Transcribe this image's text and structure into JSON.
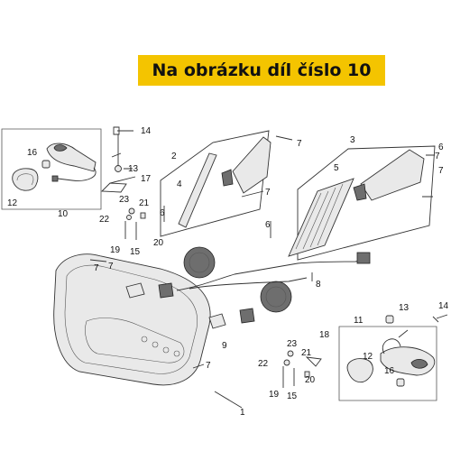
{
  "banner": {
    "text": "Na obrázku díl číslo 10",
    "color": "#f4c400"
  },
  "callouts": {
    "c1": "1",
    "c2": "2",
    "c3": "3",
    "c4": "4",
    "c5": "5",
    "c6a": "6",
    "c6b": "6",
    "c6c": "6",
    "c7a": "7",
    "c7b": "7",
    "c7c": "7",
    "c7d": "7",
    "c7e": "7",
    "c7f": "7",
    "c7g": "7",
    "c8": "8",
    "c9": "9",
    "c10": "10",
    "c11": "11",
    "c12a": "12",
    "c12b": "12",
    "c13a": "13",
    "c13b": "13",
    "c14a": "14",
    "c14b": "14",
    "c15a": "15",
    "c15b": "15",
    "c16a": "16",
    "c16b": "16",
    "c17": "17",
    "c18": "18",
    "c19a": "19",
    "c19b": "19",
    "c20a": "20",
    "c20b": "20",
    "c21a": "21",
    "c21b": "21",
    "c22a": "22",
    "c22b": "22",
    "c23a": "23",
    "c23b": "23"
  }
}
